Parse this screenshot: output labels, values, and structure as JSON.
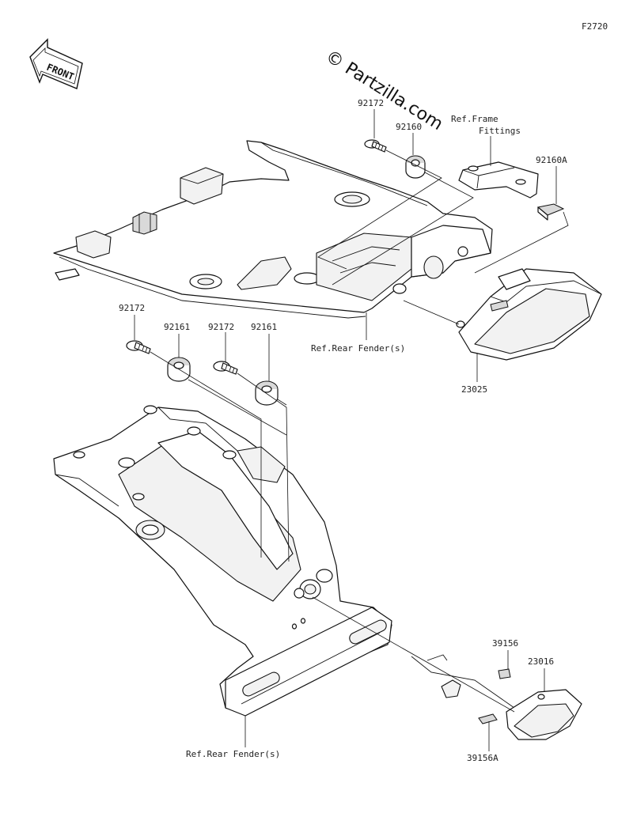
{
  "figure_code": "F2720",
  "watermark": "© Partzilla.com",
  "front_badge": "FRONT",
  "labels": {
    "p92172_top": "92172",
    "p92160": "92160",
    "ref_frame_line1": "Ref.Frame",
    "ref_frame_line2": "Fittings",
    "p92160A": "92160A",
    "p92172_left": "92172",
    "p92161_left": "92161",
    "p92172_mid": "92172",
    "p92161_mid": "92161",
    "ref_rear_fender_upper": "Ref.Rear Fender(s)",
    "p23025": "23025",
    "p39156": "39156",
    "p23016": "23016",
    "ref_rear_fender_lower": "Ref.Rear Fender(s)",
    "p39156A": "39156A"
  }
}
